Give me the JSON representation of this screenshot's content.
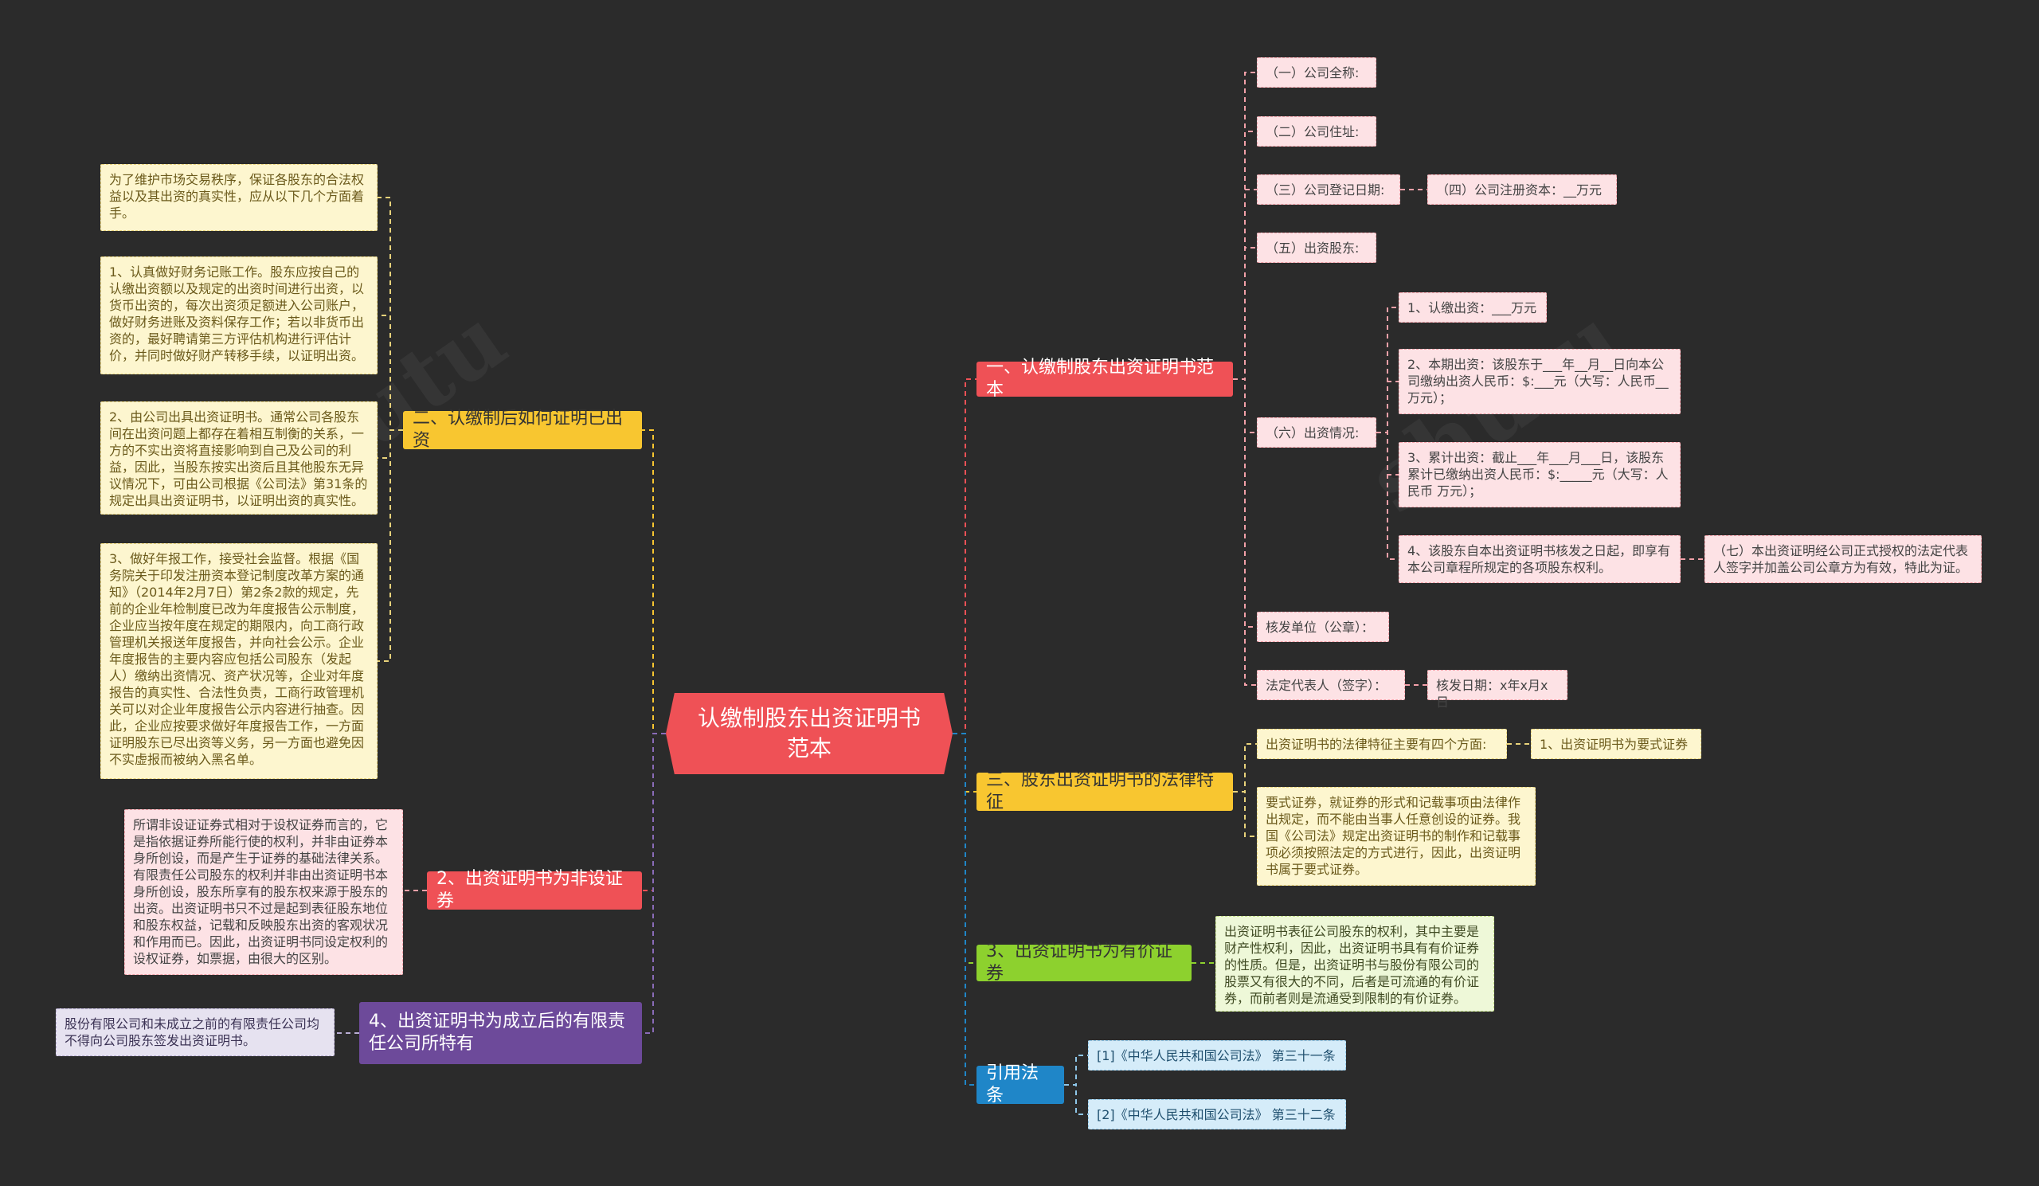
{
  "root": {
    "label": "认缴制股东出资证明书范本"
  },
  "branches": {
    "b1": {
      "label": "一、认缴制股东出资证明书范本"
    },
    "b2": {
      "label": "二、认缴制后如何证明已出资"
    },
    "b3": {
      "label": "三、股东出资证明书的法律特征"
    },
    "b4": {
      "label": "2、出资证明书为非设证券"
    },
    "b5": {
      "label": "3、出资证明书为有价证券"
    },
    "b6": {
      "label": "4、出资证明书为成立后的有限责任公司所特有"
    },
    "b7": {
      "label": "引用法条"
    }
  },
  "leaves": {
    "r1": "（一）公司全称:",
    "r2": "（二）公司住址:",
    "r3": "（三）公司登记日期:",
    "r3a": "（四）公司注册资本：__万元",
    "r4": "（五）出资股东:",
    "r5": "（六）出资情况:",
    "r5a": "1、认缴出资：___万元",
    "r5b": "2、本期出资：该股东于___年__月__日向本公司缴纳出资人民币：$:___元（大写：人民币__万元）；",
    "r5c": "3、累计出资：截止___年___月___日，该股东累计已缴纳出资人民币：$:_____元（大写：人民币 万元）；",
    "r5d": "4、该股东自本出资证明书核发之日起，即享有本公司章程所规定的各项股东权利。",
    "r5d1": "（七）本出资证明经公司正式授权的法定代表人签字并加盖公司公章方为有效，特此为证。",
    "r6": "核发单位（公章）：",
    "r7": "法定代表人（签字）：",
    "r7a": "核发日期：x年x月x日",
    "l1": "为了维护市场交易秩序，保证各股东的合法权益以及其出资的真实性，应从以下几个方面着手。",
    "l2": "1、认真做好财务记账工作。股东应按自己的认缴出资额以及规定的出资时间进行出资，以货币出资的，每次出资须足额进入公司账户，做好财务进账及资料保存工作；若以非货币出资的，最好聘请第三方评估机构进行评估计价，并同时做好财产转移手续，以证明出资。",
    "l3": "2、由公司出具出资证明书。通常公司各股东间在出资问题上都存在着相互制衡的关系，一方的不实出资将直接影响到自己及公司的利益，因此，当股东按实出资后且其他股东无异议情况下，可由公司根据《公司法》第31条的规定出具出资证明书，以证明出资的真实性。",
    "l4": "3、做好年报工作，接受社会监督。根据《国务院关于印发注册资本登记制度改革方案的通知》（2014年2月7日）第2条2款的规定，先前的企业年检制度已改为年度报告公示制度，企业应当按年度在规定的期限内，向工商行政管理机关报送年度报告，并向社会公示。企业年度报告的主要内容应包括公司股东（发起人）缴纳出资情况、资产状况等，企业对年度报告的真实性、合法性负责，工商行政管理机关可以对企业年度报告公示内容进行抽查。因此，企业应按要求做好年度报告工作，一方面证明股东已尽出资等义务，另一方面也避免因不实虚报而被纳入黑名单。",
    "l5": "所谓非设证证券式相对于设权证券而言的，它是指依据证券所能行使的权利，并非由证券本身所创设，而是产生于证券的基础法律关系。有限责任公司股东的权利并非由出资证明书本身所创设，股东所享有的股东权来源于股东的出资。出资证明书只不过是起到表征股东地位和股东权益，记载和反映股东出资的客观状况和作用而已。因此，出资证明书同设定权利的设权证券，如票据，由很大的区别。",
    "l6": "股份有限公司和未成立之前的有限责任公司均不得向公司股东签发出资证明书。",
    "m1": "出资证明书的法律特征主要有四个方面:",
    "m1a": "1、出资证明书为要式证券",
    "m2": "要式证券，就证券的形式和记载事项由法律作出规定，而不能由当事人任意创设的证券。我国《公司法》规定出资证明书的制作和记载事项必须按照法定的方式进行，因此，出资证明书属于要式证券。",
    "m3": "出资证明书表征公司股东的权利，其中主要是财产性权利，因此，出资证明书具有有价证券的性质。但是，出资证明书与股份有限公司的股票又有很大的不同，后者是可流通的有价证券，而前者则是流通受到限制的有价证券。",
    "c1": "[1]《中华人民共和国公司法》 第三十一条",
    "c2": "[2]《中华人民共和国公司法》 第三十二条"
  },
  "colors": {
    "background": "#2b2b2b",
    "red": "#ef5156",
    "yellow": "#f8c630",
    "green": "#8dd12e",
    "blue": "#1f86c8",
    "purple": "#6d4a9a"
  }
}
